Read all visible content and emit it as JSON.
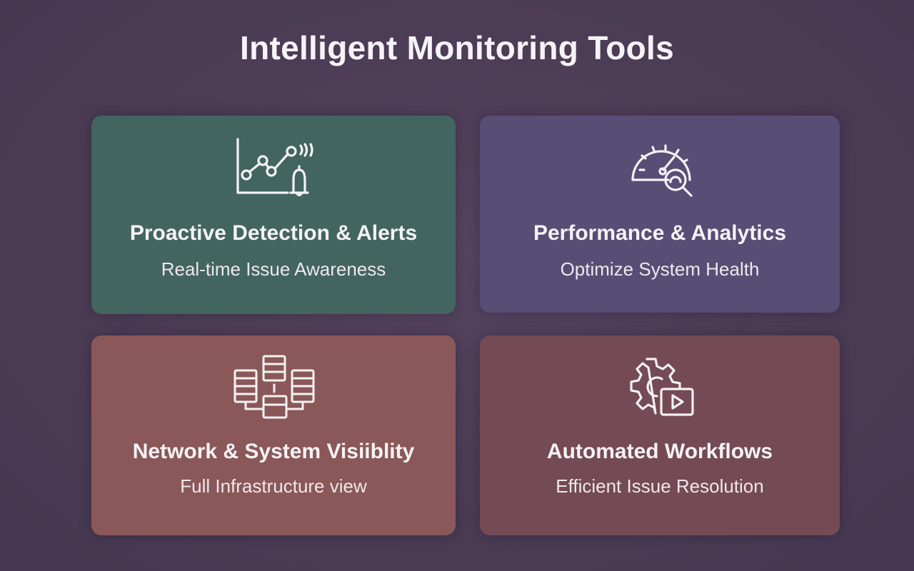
{
  "page": {
    "title": "Intelligent Monitoring Tools"
  },
  "colors": {
    "background": "#4d3d57",
    "card_detection": "#42655f",
    "card_performance": "#574d75",
    "card_network": "#8a5858",
    "card_automation": "#744a54",
    "text": "#f5f2f4"
  },
  "cards": [
    {
      "icon": "line-chart-alert-bell-icon",
      "heading": "Proactive Detection & Alerts",
      "subtitle": "Real-time Issue Awareness"
    },
    {
      "icon": "speedometer-magnifier-icon",
      "heading": "Performance & Analytics",
      "subtitle": "Optimize System Health"
    },
    {
      "icon": "server-network-icon",
      "heading": "Network & System Visiiblity",
      "subtitle": "Full Infrastructure view"
    },
    {
      "icon": "gear-play-icon",
      "heading": "Automated Workflows",
      "subtitle": "Efficient Issue Resolution"
    }
  ]
}
